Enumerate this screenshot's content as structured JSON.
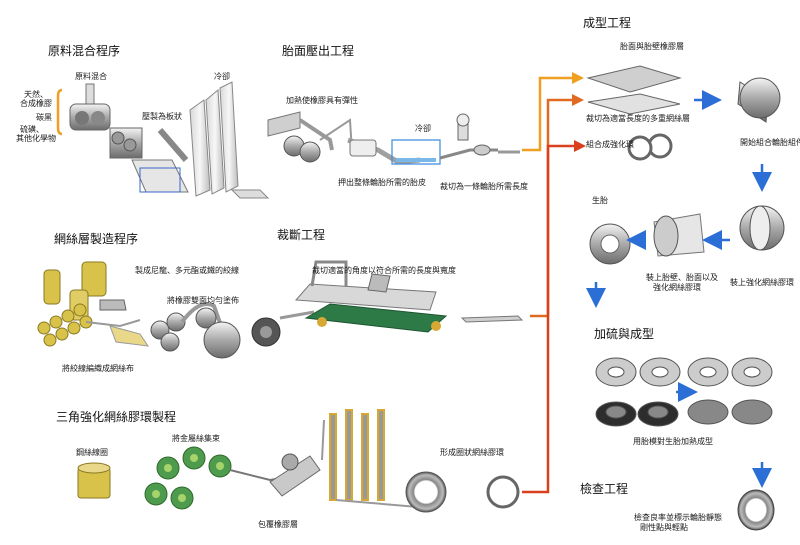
{
  "sections": {
    "raw_mixing": {
      "title": "原料混合程序",
      "labels": {
        "mix": "原料混合",
        "rubber_1": "天然、",
        "rubber_2": "合成橡膠",
        "carbon": "碳黑",
        "sulfur_1": "硫磺、",
        "sulfur_2": "其他化學物",
        "sheet": "壓製為板狀",
        "cool": "冷卻"
      }
    },
    "tread_extrusion": {
      "title": "胎面壓出工程",
      "labels": {
        "heat": "加熱使橡膠具有彈性",
        "cool": "冷卻",
        "extrude": "押出整條輪胎所需的胎皮",
        "cut": "裁切為一條輪胎所需長度"
      }
    },
    "forming": {
      "title": "成型工程",
      "labels": {
        "tread_sidewall": "胎面與胎壁橡膠層",
        "multi_ply": "裁切為適當長度的多重網絲層",
        "bead_ring": "組合成強化環",
        "start": "開始組合輪胎組件",
        "green": "生胎",
        "install_1": "裝上胎壁、胎面以及",
        "install_2": "強化網絲膠環",
        "reinforce": "裝上強化網絲膠環"
      }
    },
    "ply_making": {
      "title": "網絲層製造程序",
      "labels": {
        "twist": "製成尼龍、多元酯或鐵的絞線",
        "coat": "將橡膠雙面均勻塗佈",
        "weave": "將絞線編織成網絲布"
      }
    },
    "cutting": {
      "title": "裁斷工程",
      "labels": {
        "angle": "裁切適當的角度以符合所需的長度與寬度"
      }
    },
    "curing": {
      "title": "加硫與成型",
      "labels": {
        "mold": "用胎模對生胎加熱成型"
      }
    },
    "bead": {
      "title": "三角強化網絲膠環製程",
      "labels": {
        "wire_coil": "鋼絲線圈",
        "bundle": "將金屬絲集束",
        "wrap": "包覆橡膠層",
        "ring": "形成圈狀網絲膠環"
      }
    },
    "inspection": {
      "title": "檢查工程",
      "labels": {
        "check_1": "檢查良率並標示輪胎靜態",
        "check_2": "剛性點與輕點"
      }
    }
  },
  "colors": {
    "arrow_orange": "#f0a020",
    "arrow_red": "#d8401e",
    "arrow_dark_orange": "#e06a22",
    "arrow_blue": "#2b6fd6",
    "belt_green": "#2d7a46",
    "yarn_yellow": "#d9c24a",
    "bead_green": "#4e9b4e",
    "machine_gray": "#b9b9b9"
  }
}
